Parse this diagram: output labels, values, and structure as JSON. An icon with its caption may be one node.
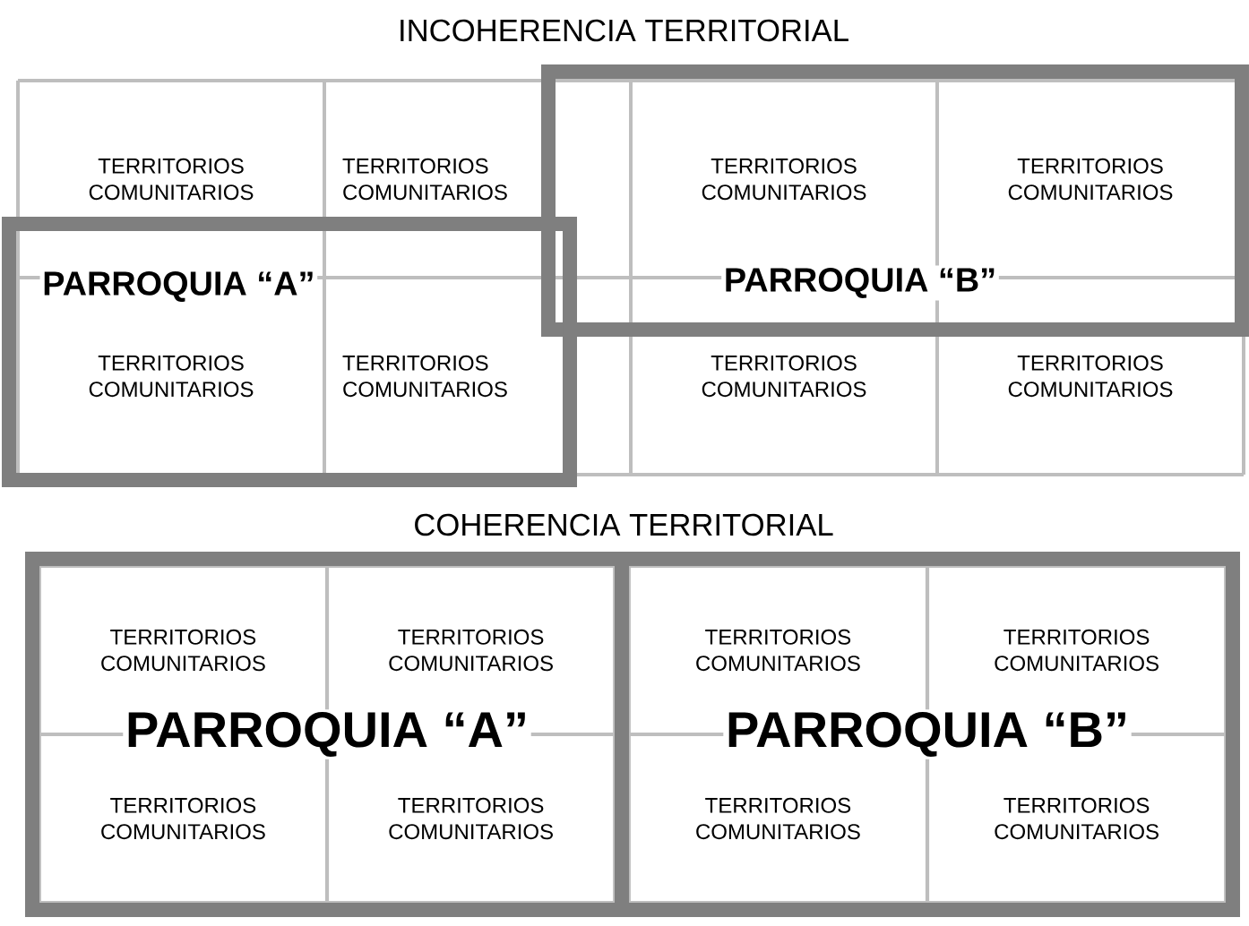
{
  "diagram": {
    "title": "INCOHERENCIA TERRITORIAL",
    "nodes": [
      {
        "text": [
          "TERRITORIOS COMUNITARIOS"
        ]
      },
      {
        "text": [
          "TERRITORIOS COMUNITARIOS"
        ]
      },
      {
        "text": [
          "PARROQUIA “B”"
        ]
      },
      {
        "text": [
          "TERRITORIOS COMUNITARIOS"
        ],
        "in": 2
      },
      {
        "text": [
          "TERRITORIOS COMUNITARIOS"
        ],
        "in": 2
      },
      {
        "text": [
          "PARROQUIA “A”"
        ]
      },
      {
        "text": [
          "TERRITORIOS COMUNITARIOS"
        ],
        "in": 5
      },
      {
        "text": [
          "TERRITORIOS COMUNITARIOS"
        ],
        "in": 5
      },
      {
        "text": [
          "TERRITORIOS COMUNITARIOS"
        ]
      },
      {
        "text": [
          "TERRITORIOS COMUNITARIOS"
        ]
      },
      {
        "text": [
          "PARROQUIA “A”"
        ]
      },
      {
        "text": [
          "TERRITORIOS COMUNITARIOS"
        ],
        "in": 10
      },
      {
        "text": [
          "TERRITORIOS COMUNITARIOS"
        ],
        "in": 10
      },
      {
        "text": [
          "TERRITORIOS COMUNITARIOS"
        ],
        "in": 10
      },
      {
        "text": [
          "TERRITORIOS COMUNITARIOS"
        ],
        "in": 10
      },
      {
        "text": [
          "PARROQUIA “B”"
        ]
      },
      {
        "text": [
          "TERRITORIOS COMUNITARIOS"
        ],
        "in": 15
      },
      {
        "text": [
          "TERRITORIOS COMUNITARIOS"
        ],
        "in": 15
      },
      {
        "text": [
          "TERRITORIOS COMUNITARIOS"
        ],
        "in": 15
      },
      {
        "text": [
          "TERRITORIOS COMUNITARIOS"
        ],
        "in": 15
      }
    ],
    "labels": [
      "COHERENCIA TERRITORIAL"
    ]
  }
}
